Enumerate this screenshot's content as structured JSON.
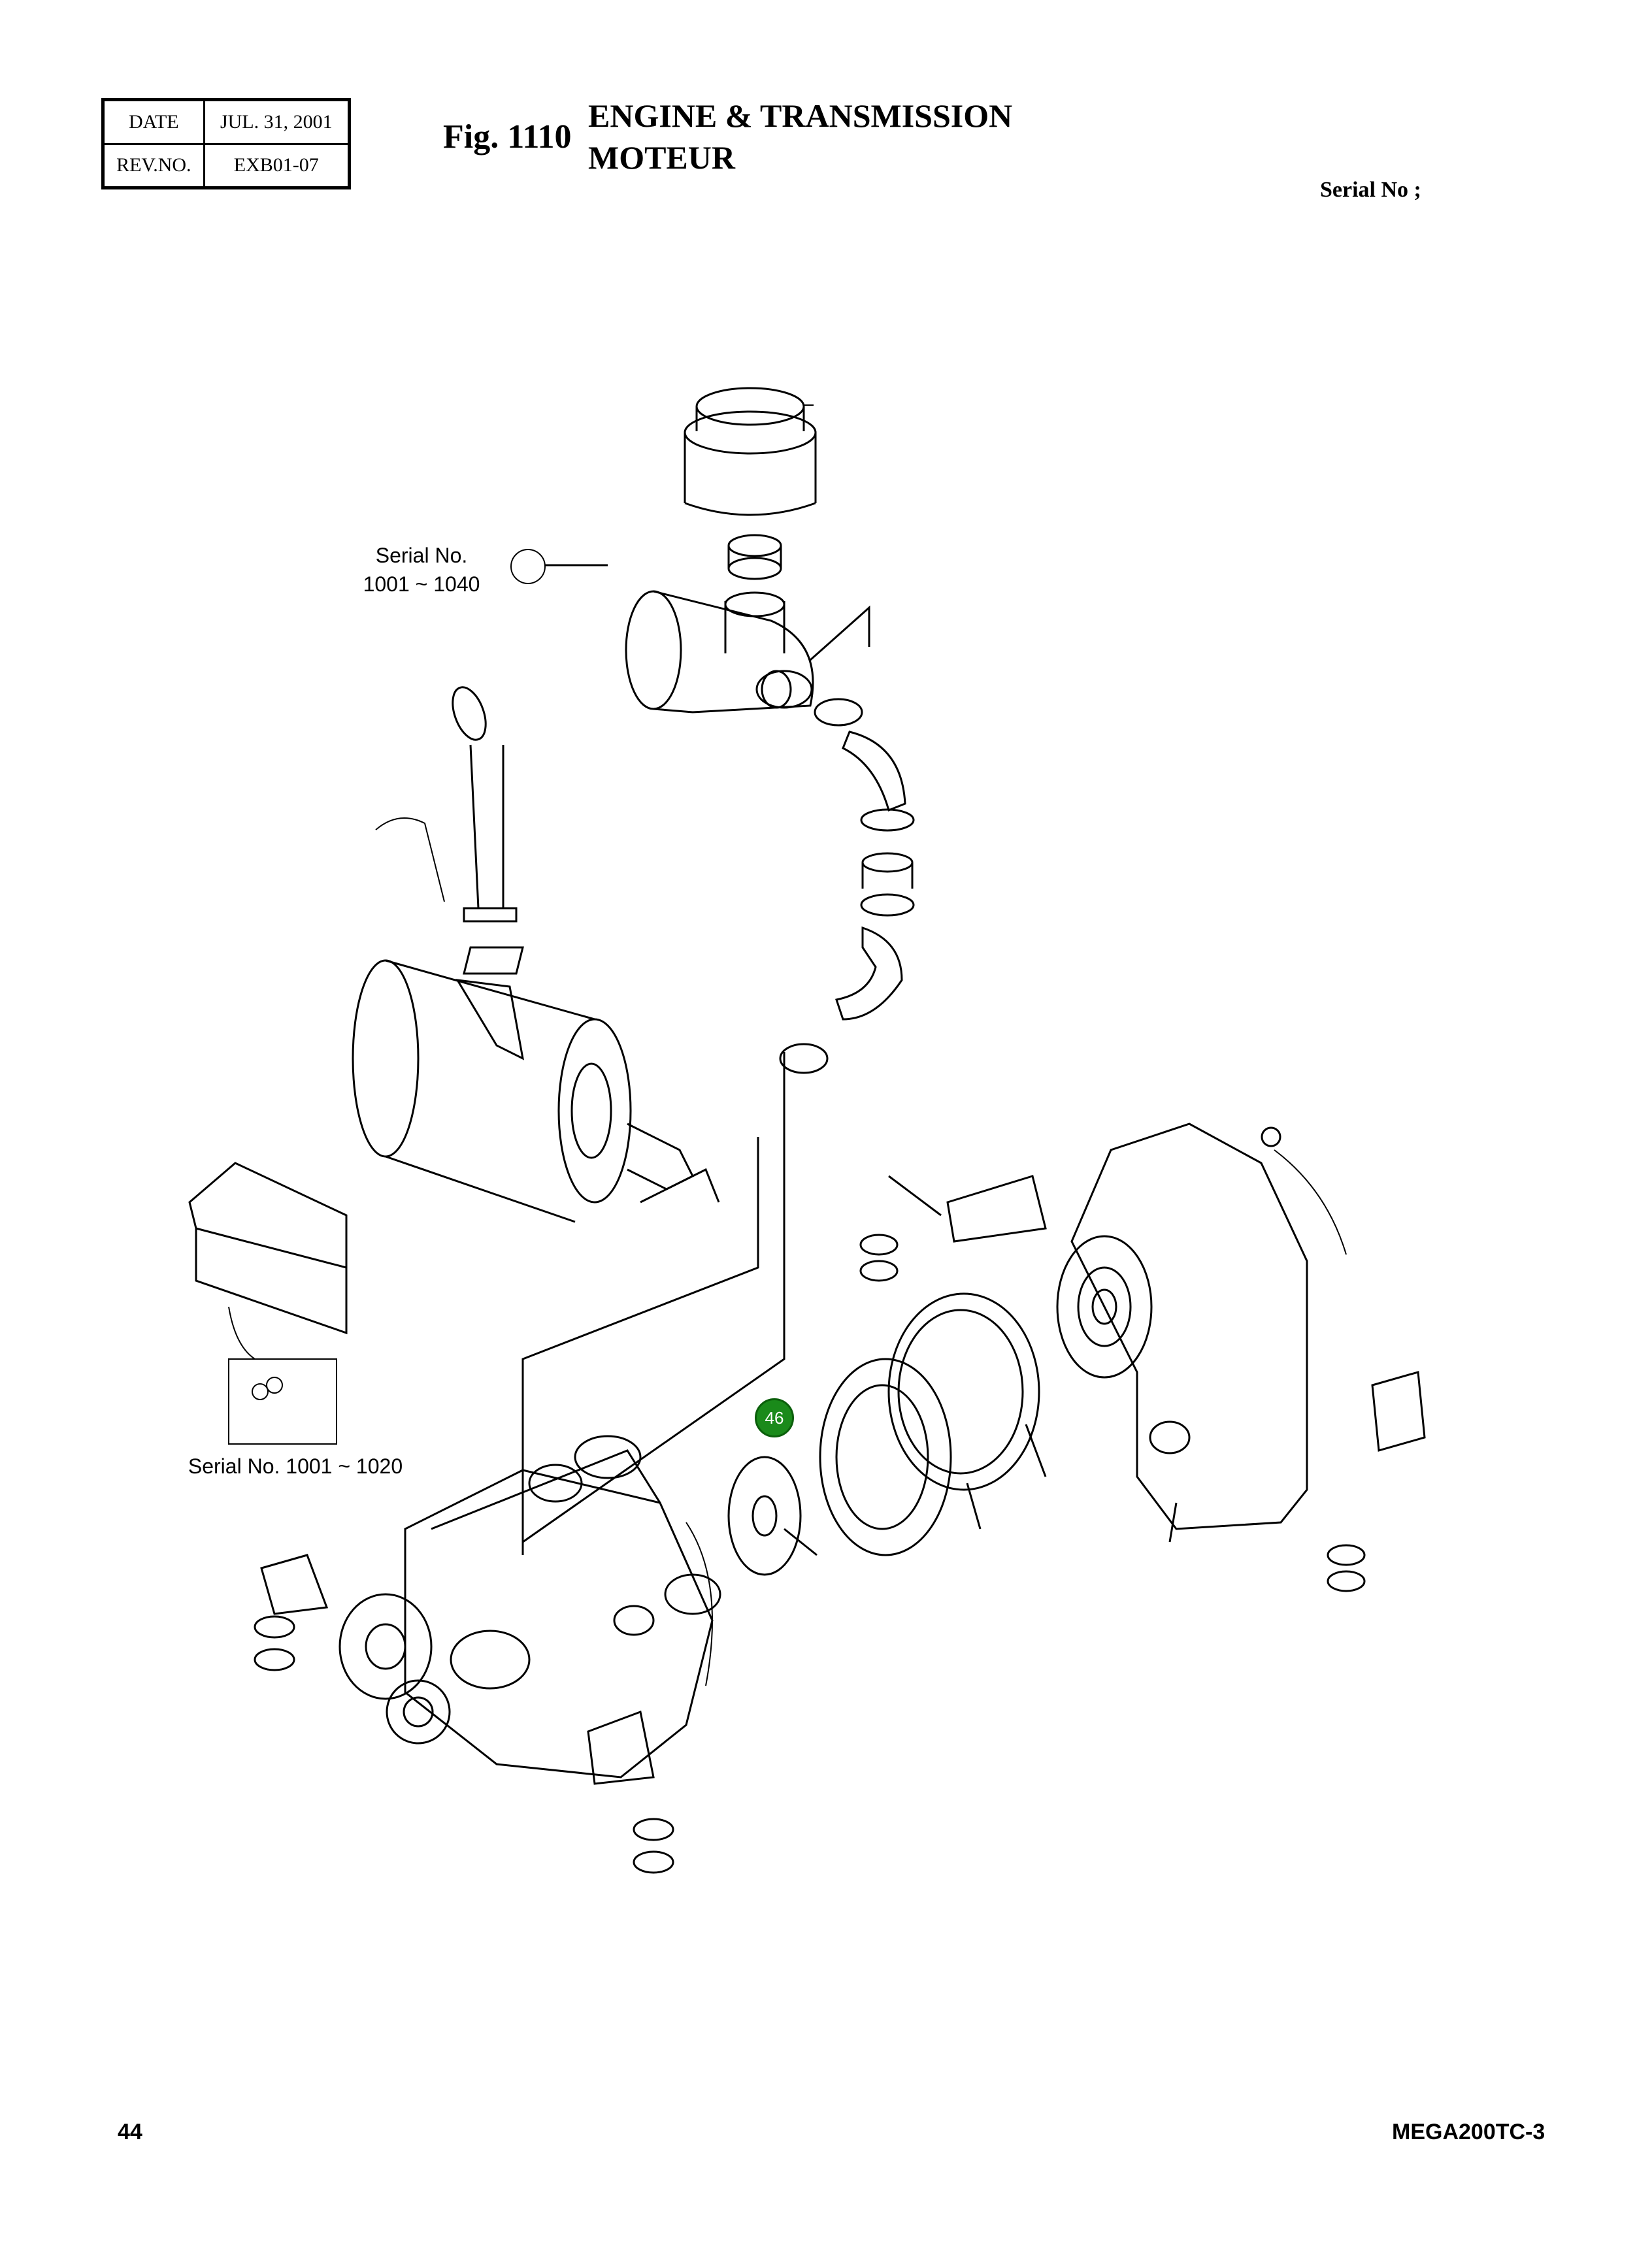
{
  "header": {
    "date_label": "DATE",
    "date_value": "JUL. 31, 2001",
    "rev_label": "REV.NO.",
    "rev_value": "EXB01-07"
  },
  "figure": {
    "number": "Fig. 1110",
    "title_en": "ENGINE & TRANSMISSION",
    "title_fr": "MOTEUR"
  },
  "serial_header": "Serial No ;",
  "notes": {
    "upper_line1": "Serial No.",
    "upper_line2": "1001 ~ 1040",
    "lower": "Serial No. 1001 ~ 1020"
  },
  "callout": {
    "label": "46",
    "color": "#1a8a1a"
  },
  "footer": {
    "page_number": "44",
    "model": "MEGA200TC-3"
  }
}
